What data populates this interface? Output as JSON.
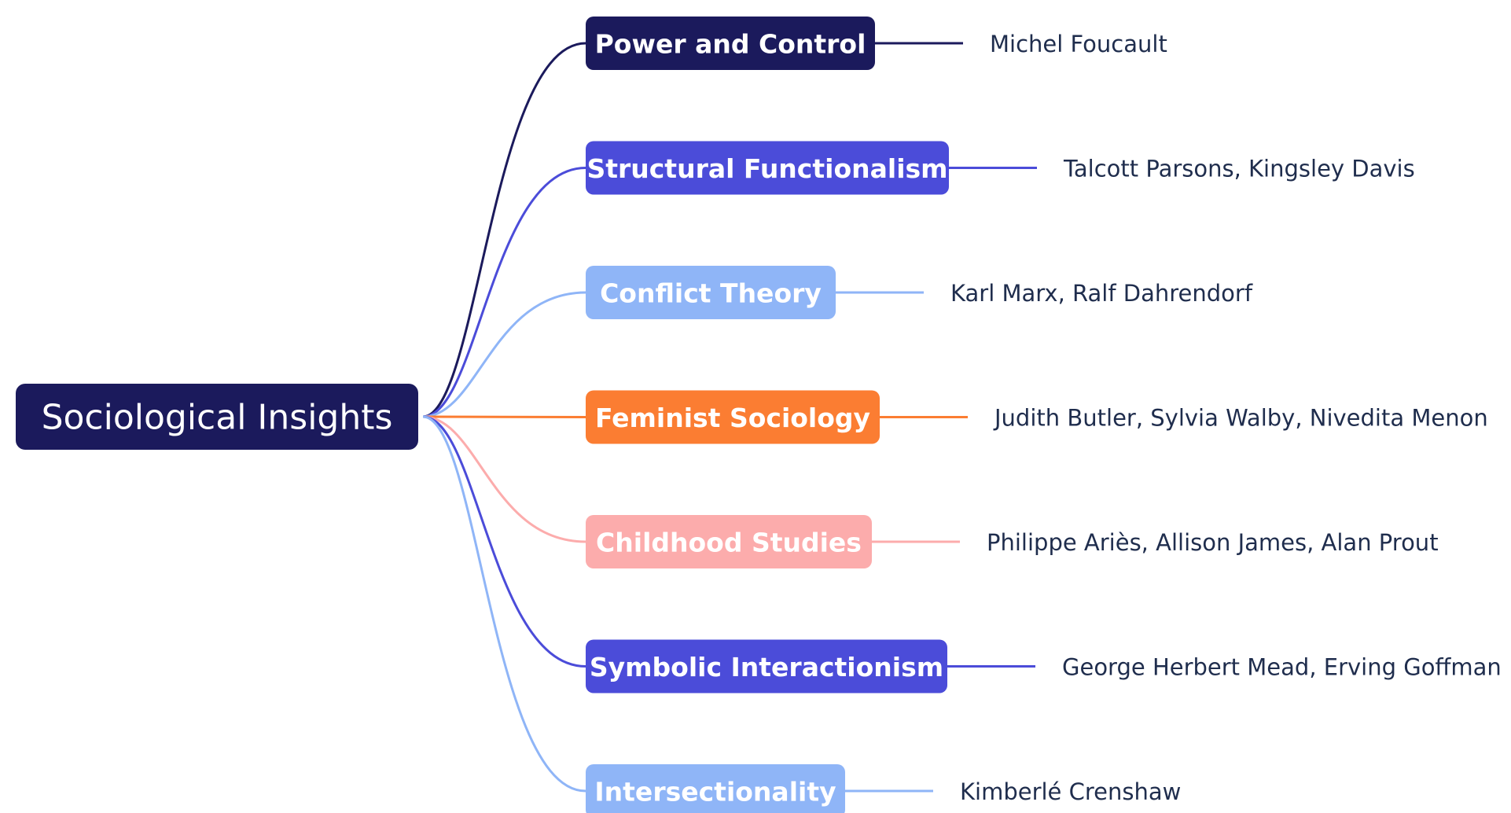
{
  "root": {
    "label": "Sociological Insights",
    "color": "#1b1a5c"
  },
  "branches": [
    {
      "label": "Power and Control",
      "color": "#1b1a5c",
      "thinkers": "Michel Foucault"
    },
    {
      "label": "Structural Functionalism",
      "color": "#4b4cd9",
      "thinkers": "Talcott Parsons, Kingsley Davis"
    },
    {
      "label": "Conflict Theory",
      "color": "#8fb5f7",
      "thinkers": "Karl Marx, Ralf Dahrendorf"
    },
    {
      "label": "Feminist Sociology",
      "color": "#fb7d32",
      "thinkers": "Judith Butler, Sylvia Walby, Nivedita Menon"
    },
    {
      "label": "Childhood Studies",
      "color": "#fcacac",
      "thinkers": "Philippe Ariès, Allison James, Alan Prout"
    },
    {
      "label": "Symbolic Interactionism",
      "color": "#4b4cd9",
      "thinkers": "George Herbert Mead, Erving Goffman"
    },
    {
      "label": "Intersectionality",
      "color": "#8fb5f7",
      "thinkers": "Kimberlé Crenshaw"
    }
  ]
}
